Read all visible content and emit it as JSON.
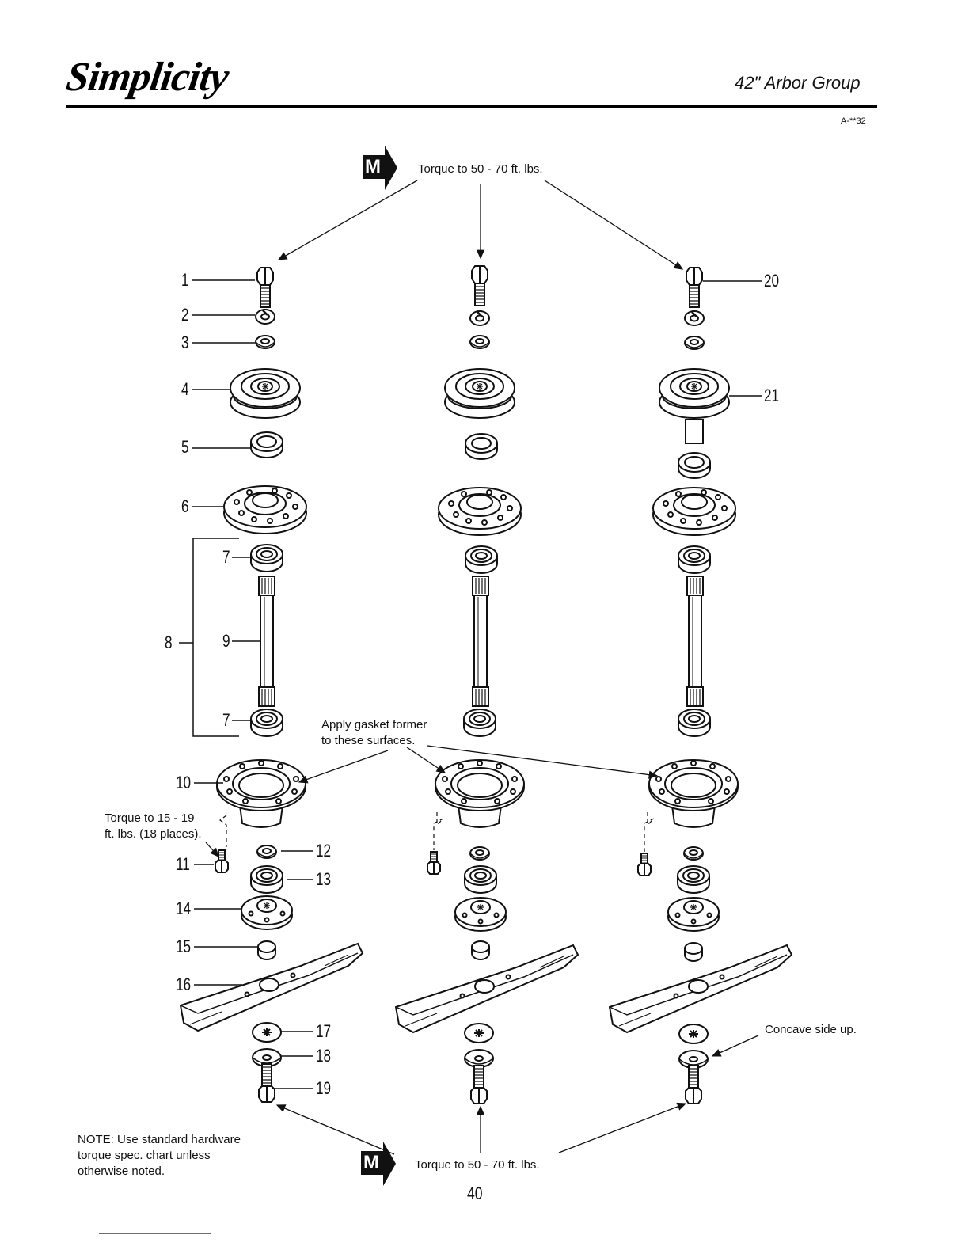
{
  "header": {
    "brand": "Simplicity",
    "title": "42\" Arbor Group",
    "ref_code": "A-**32"
  },
  "callouts": {
    "top_torque": "Torque to 50 - 70 ft. lbs.",
    "bottom_torque": "Torque to 50 - 70 ft. lbs.",
    "gasket": [
      "Apply gasket former",
      "to these surfaces."
    ],
    "bolt_torque": [
      "Torque to 15 - 19",
      "ft. lbs. (18 places)."
    ],
    "concave": "Concave side up.",
    "note": [
      "NOTE: Use standard hardware",
      "torque spec. chart unless",
      "otherwise noted."
    ],
    "m_badge": "M"
  },
  "part_numbers": [
    "1",
    "2",
    "3",
    "4",
    "5",
    "6",
    "7",
    "8",
    "9",
    "7",
    "10",
    "11",
    "12",
    "13",
    "14",
    "15",
    "16",
    "17",
    "18",
    "19",
    "20",
    "21"
  ],
  "page_number": "40"
}
